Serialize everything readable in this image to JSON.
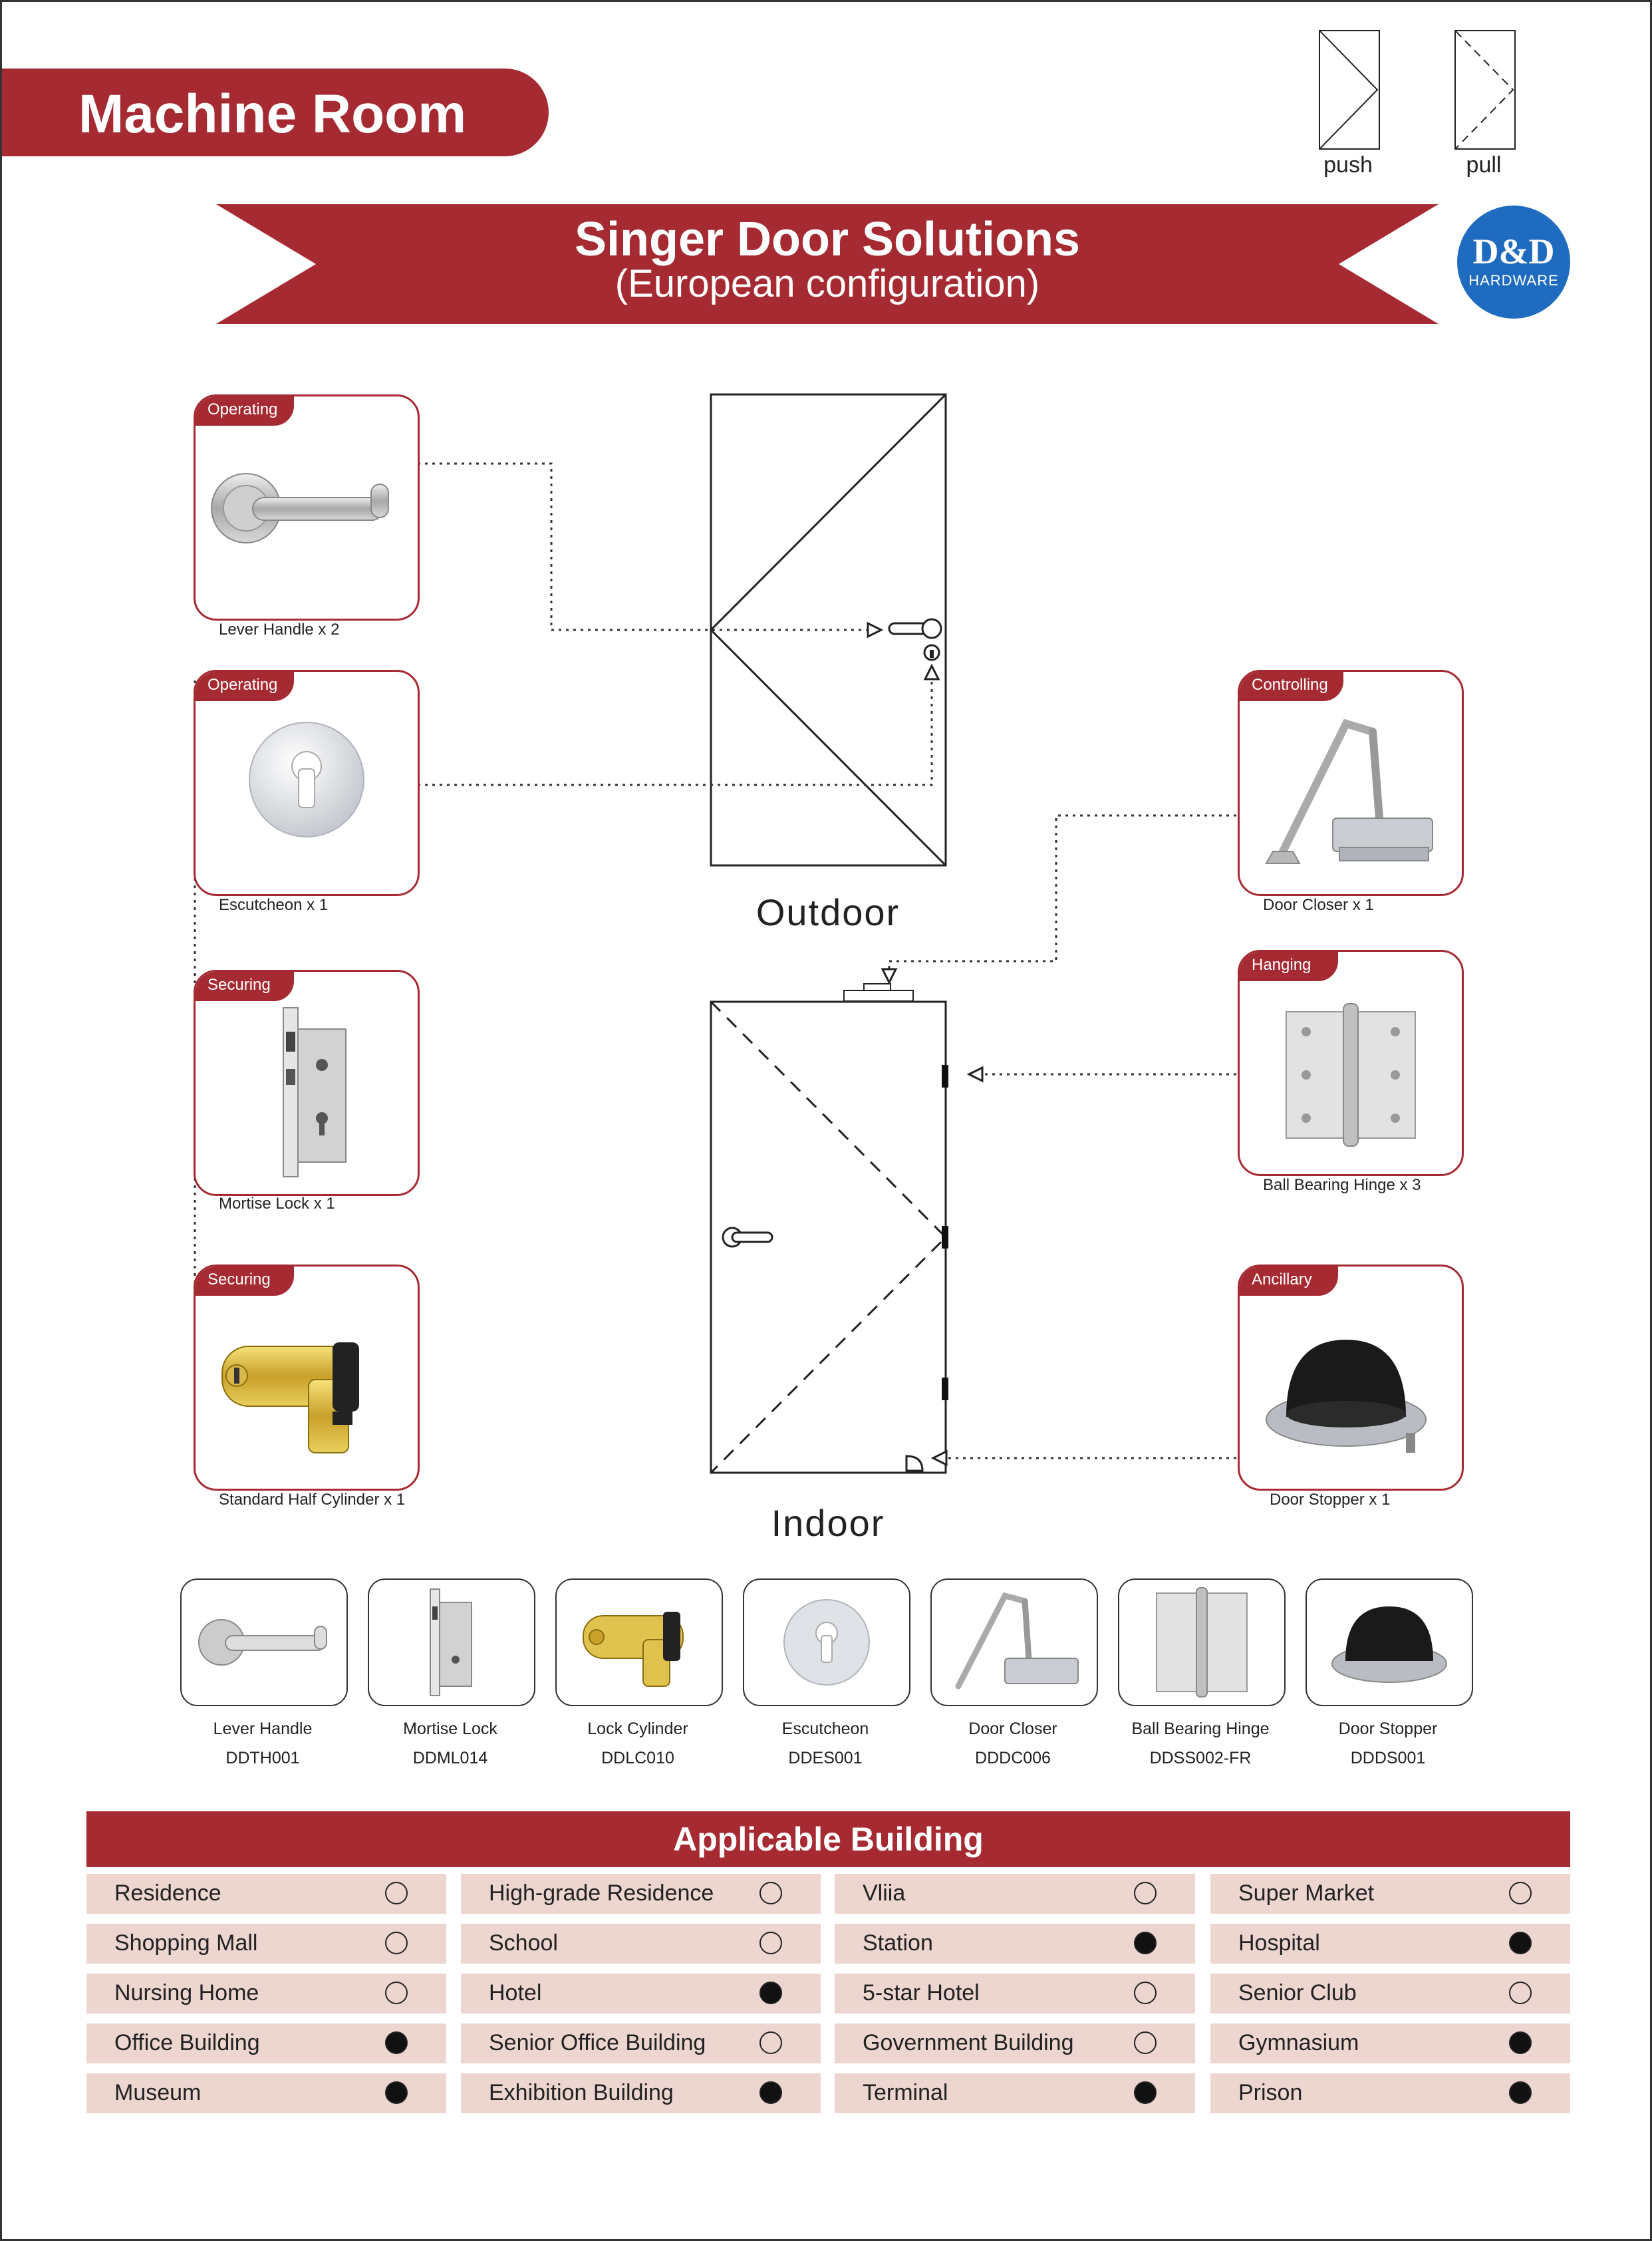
{
  "page_title": "Machine Room",
  "legend": {
    "push": "push",
    "pull": "pull"
  },
  "banner": {
    "title": "Singer Door Solutions",
    "subtitle": "(European configuration)"
  },
  "logo": {
    "name": "D&D",
    "sub": "HARDWARE",
    "color": "#1f6bc0"
  },
  "accent_color": "#a62a32",
  "doors": {
    "outdoor": "Outdoor",
    "indoor": "Indoor"
  },
  "cards": {
    "lever": {
      "category": "Operating",
      "caption": "Lever Handle x 2"
    },
    "escutcheon": {
      "category": "Operating",
      "caption": "Escutcheon x 1"
    },
    "mortise": {
      "category": "Securing",
      "caption": "Mortise Lock x 1"
    },
    "cylinder": {
      "category": "Securing",
      "caption": "Standard Half Cylinder x 1"
    },
    "closer": {
      "category": "Controlling",
      "caption": "Door Closer x 1"
    },
    "hinge": {
      "category": "Hanging",
      "caption": "Ball Bearing Hinge x 3"
    },
    "stopper": {
      "category": "Ancillary",
      "caption": "Door Stopper x 1"
    }
  },
  "products": [
    {
      "name": "Lever Handle",
      "code": "DDTH001"
    },
    {
      "name": "Mortise Lock",
      "code": "DDML014"
    },
    {
      "name": "Lock Cylinder",
      "code": "DDLC010"
    },
    {
      "name": "Escutcheon",
      "code": "DDES001"
    },
    {
      "name": "Door Closer",
      "code": "DDDC006"
    },
    {
      "name": "Ball Bearing Hinge",
      "code": "DDSS002-FR"
    },
    {
      "name": "Door Stopper",
      "code": "DDDS001"
    }
  ],
  "applicable": {
    "title": "Applicable Building",
    "rows": [
      [
        {
          "name": "Residence",
          "filled": false
        },
        {
          "name": "High-grade Residence",
          "filled": false
        },
        {
          "name": "Vliia",
          "filled": false
        },
        {
          "name": "Super Market",
          "filled": false
        }
      ],
      [
        {
          "name": "Shopping Mall",
          "filled": false
        },
        {
          "name": "School",
          "filled": false
        },
        {
          "name": "Station",
          "filled": true
        },
        {
          "name": "Hospital",
          "filled": true
        }
      ],
      [
        {
          "name": "Nursing Home",
          "filled": false
        },
        {
          "name": "Hotel",
          "filled": true
        },
        {
          "name": "5-star Hotel",
          "filled": false
        },
        {
          "name": "Senior Club",
          "filled": false
        }
      ],
      [
        {
          "name": "Office Building",
          "filled": true
        },
        {
          "name": "Senior Office Building",
          "filled": false
        },
        {
          "name": "Government Building",
          "filled": false
        },
        {
          "name": "Gymnasium",
          "filled": true
        }
      ],
      [
        {
          "name": "Museum",
          "filled": true
        },
        {
          "name": "Exhibition Building",
          "filled": true
        },
        {
          "name": "Terminal",
          "filled": true
        },
        {
          "name": "Prison",
          "filled": true
        }
      ]
    ]
  }
}
